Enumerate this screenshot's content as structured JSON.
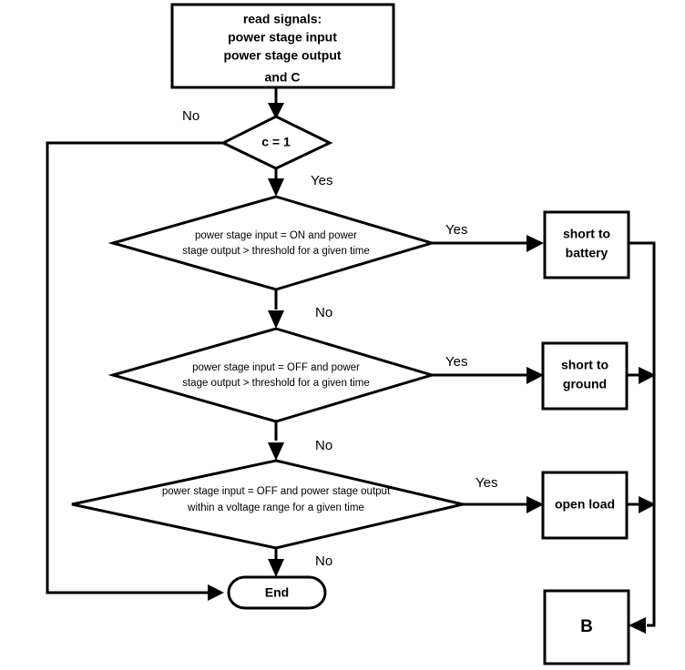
{
  "diagram": {
    "type": "flowchart",
    "title": "power stage diagnostic flowchart",
    "background_color": "#ffffff",
    "line_color": "#000000"
  },
  "nodes": {
    "read_signals": {
      "shape": "process",
      "line1": "read signals:",
      "line2": "power stage input",
      "line3": "power stage output",
      "line4": "and C"
    },
    "c_equals_1": {
      "shape": "decision",
      "label": "c = 1"
    },
    "decision_short_battery": {
      "shape": "decision",
      "line1": "power stage input = ON and power",
      "line2": "stage output > threshold for a given time"
    },
    "decision_short_ground": {
      "shape": "decision",
      "line1": "power stage input = OFF and power",
      "line2": "stage output > threshold for a given time"
    },
    "decision_open_load": {
      "shape": "decision",
      "line1": "power stage input = OFF and power stage output",
      "line2": "within a voltage range for a given time"
    },
    "short_to_battery": {
      "shape": "process",
      "line1": "short to",
      "line2": "battery"
    },
    "short_to_ground": {
      "shape": "process",
      "line1": "short to",
      "line2": "ground"
    },
    "open_load": {
      "shape": "process",
      "label": "open load"
    },
    "connector_b": {
      "shape": "process",
      "label": "B"
    },
    "end_terminal": {
      "shape": "terminator",
      "label": "End"
    }
  },
  "edge_labels": {
    "c1_no": "No",
    "c1_yes": "Yes",
    "d1_yes": "Yes",
    "d1_no": "No",
    "d2_yes": "Yes",
    "d2_no": "No",
    "d3_yes": "Yes",
    "d3_no": "No"
  }
}
